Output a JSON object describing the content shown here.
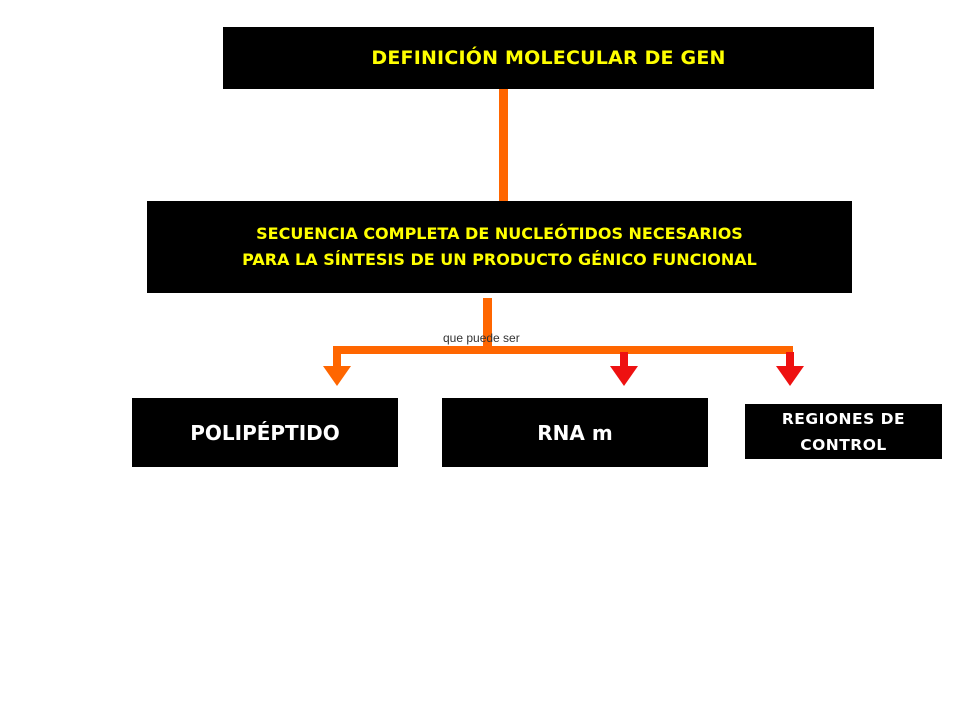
{
  "title": "DEFINICIÓN MOLECULAR DE GEN",
  "definition": {
    "line1": "SECUENCIA COMPLETA DE NUCLEÓTIDOS NECESARIOS",
    "line2": "PARA LA SÍNTESIS DE UN PRODUCTO GÉNICO FUNCIONAL"
  },
  "connector_label": "que puede ser",
  "outcomes": [
    {
      "label": "POLIPÉPTIDO"
    },
    {
      "label": "RNA m"
    },
    {
      "label_line1": "REGIONES DE",
      "label_line2": "CONTROL"
    }
  ],
  "colors": {
    "box_background": "#000000",
    "title_text": "#ffff00",
    "outcome_text": "#ffffff",
    "connector_orange": "#ff6600",
    "arrow_red": "#ee1111"
  }
}
